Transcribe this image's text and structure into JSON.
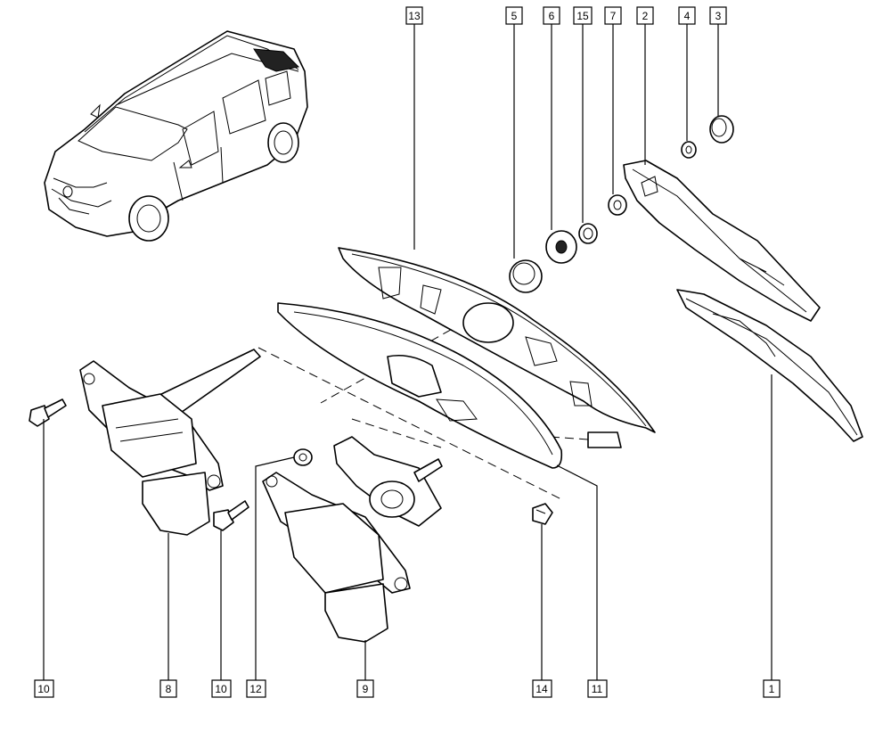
{
  "callouts": {
    "top": [
      "13",
      "5",
      "6",
      "15",
      "7",
      "2",
      "4",
      "3"
    ],
    "bottom": [
      "10",
      "8",
      "10",
      "12",
      "9",
      "14",
      "11",
      "1"
    ]
  }
}
